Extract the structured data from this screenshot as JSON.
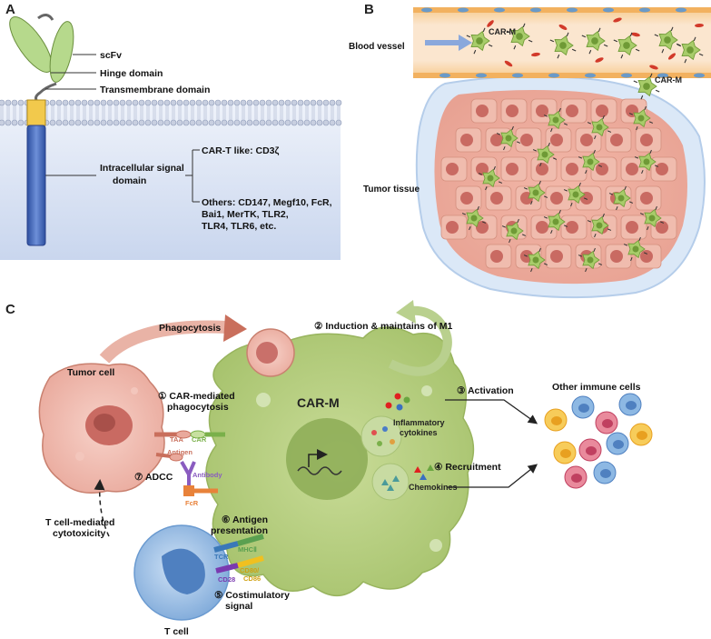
{
  "panels": {
    "a": "A",
    "b": "B",
    "c": "C"
  },
  "panel_a": {
    "scfv": "scFv",
    "hinge": "Hinge domain",
    "transmembrane": "Transmembrane domain",
    "intracellular_line1": "Intracellular signal",
    "intracellular_line2": "domain",
    "cart_like": "CAR-T like: CD3ζ",
    "others_line1": "Others: CD147, Megf10, FcR,",
    "others_line2": "Bai1, MerTK, TLR2,",
    "others_line3": "TLR4, TLR6, etc."
  },
  "panel_b": {
    "blood_vessel": "Blood vessel",
    "carm_top": "CAR-M",
    "carm_bottom": "CAR-M",
    "tumor_tissue": "Tumor tissue"
  },
  "panel_c": {
    "phagocytosis": "Phagocytosis",
    "induction": "② Induction & maintains of M1",
    "tumor_cell": "Tumor cell",
    "car_mediated_line1": "① CAR-mediated",
    "car_mediated_line2": "phagocytosis",
    "carm": "CAR-M",
    "activation": "③ Activation",
    "other_immune": "Other immune cells",
    "inflammatory_line1": "Inflammatory",
    "inflammatory_line2": "cytokines",
    "taa": "TAA",
    "car": "CAR",
    "antigen": "Antigen",
    "adcc": "⑦ ADCC",
    "antibody": "Antibody",
    "recruitment": "④ Recruitment",
    "chemokines": "Chemokines",
    "fcr": "FcR",
    "antigen_presentation_line1": "⑥ Antigen",
    "antigen_presentation_line2": "presentation",
    "tcell_cytotox_line1": "T cell-mediated",
    "tcell_cytotox_line2": "cytotoxicity",
    "tcr": "TCR",
    "mhc": "MHCⅡ",
    "cd28": "CD28",
    "cd80": "CD80/",
    "cd86": "CD86",
    "costim_line1": "⑤ Costimulatory",
    "costim_line2": "signal",
    "t_cell": "T cell"
  },
  "colors": {
    "macrophage": "#b5cf7e",
    "tumor": "#e9a99c",
    "tcell": "#8db8e3",
    "receptor": "#4a6fc0",
    "transmembrane": "#f2c94c"
  }
}
